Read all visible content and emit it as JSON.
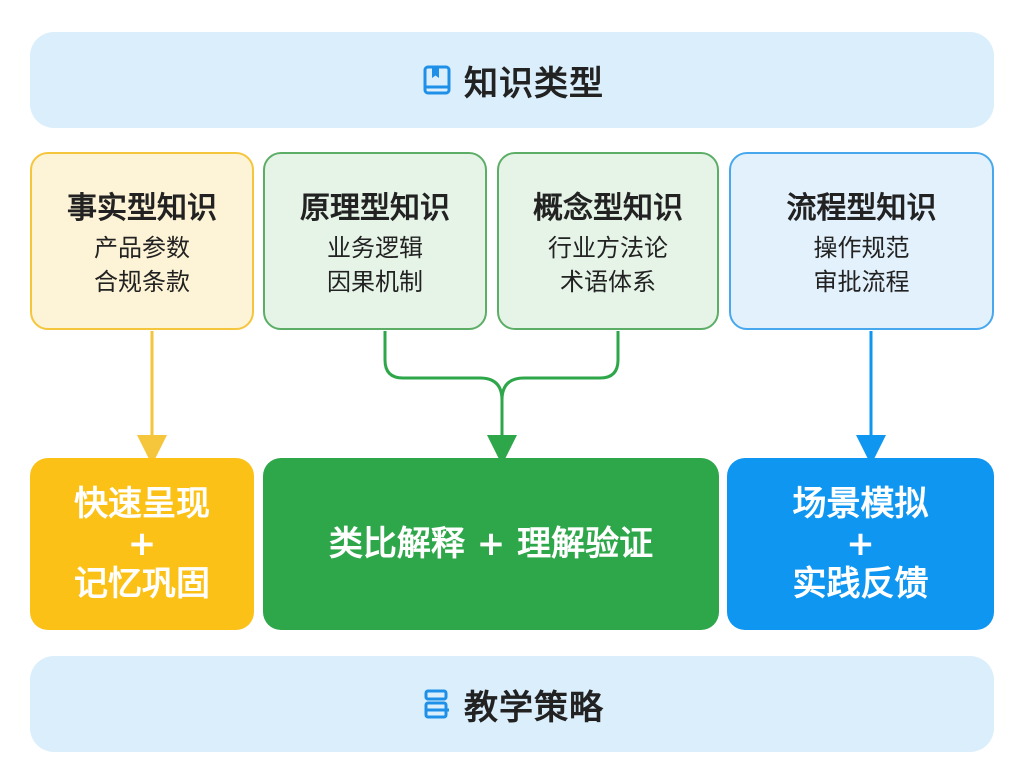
{
  "top_banner": {
    "title": "知识类型",
    "icon": "book-icon"
  },
  "knowledge_types": [
    {
      "title": "事实型知识",
      "lines": [
        "产品参数",
        "合规条款"
      ],
      "color": "#f5c53c"
    },
    {
      "title": "原理型知识",
      "lines": [
        "业务逻辑",
        "因果机制"
      ],
      "color": "#5cae67"
    },
    {
      "title": "概念型知识",
      "lines": [
        "行业方法论",
        "术语体系"
      ],
      "color": "#5cae67"
    },
    {
      "title": "流程型知识",
      "lines": [
        "操作规范",
        "审批流程"
      ],
      "color": "#48a8ee"
    }
  ],
  "strategies": [
    {
      "lines": [
        "快速呈现",
        "+",
        "记忆巩固"
      ],
      "color": "#fbc117"
    },
    {
      "lines": [
        "类比解释 + 理解验证"
      ],
      "color": "#2ea64a"
    },
    {
      "lines": [
        "场景模拟",
        "+",
        "实践反馈"
      ],
      "color": "#0e96f0"
    }
  ],
  "bottom_banner": {
    "title": "教学策略",
    "icon": "list-icon"
  },
  "colors": {
    "banner_bg": "#daeefb",
    "icon_blue": "#1e90e8"
  }
}
